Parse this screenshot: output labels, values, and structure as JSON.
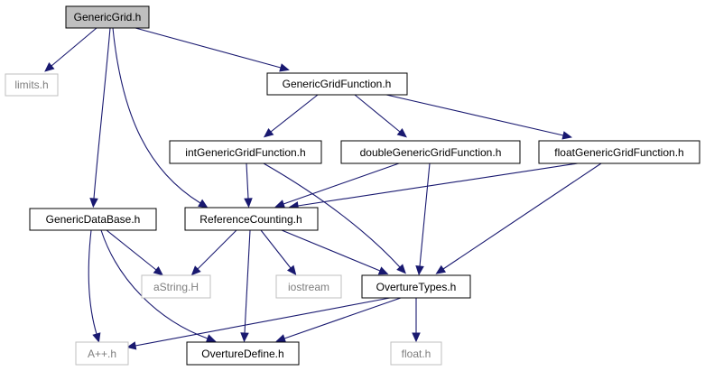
{
  "colors": {
    "edge": "#191970",
    "node_border": "#000000",
    "external_border": "#bfbfbf",
    "external_text": "#7f7f7f",
    "current_fill": "#bfbfbf",
    "fill": "#ffffff",
    "text": "#000000"
  },
  "nodes": [
    {
      "id": "genericgrid",
      "label": "GenericGrid.h",
      "kind": "current"
    },
    {
      "id": "limits",
      "label": "limits.h",
      "kind": "external"
    },
    {
      "id": "genericgridfunction",
      "label": "GenericGridFunction.h",
      "kind": "normal"
    },
    {
      "id": "intgenericgridfunction",
      "label": "intGenericGridFunction.h",
      "kind": "normal"
    },
    {
      "id": "doublegenericgridfunction",
      "label": "doubleGenericGridFunction.h",
      "kind": "normal"
    },
    {
      "id": "floatgenericgridfunction",
      "label": "floatGenericGridFunction.h",
      "kind": "normal"
    },
    {
      "id": "genericdatabase",
      "label": "GenericDataBase.h",
      "kind": "normal"
    },
    {
      "id": "referencecounting",
      "label": "ReferenceCounting.h",
      "kind": "normal"
    },
    {
      "id": "astring",
      "label": "aString.H",
      "kind": "external"
    },
    {
      "id": "iostream",
      "label": "iostream",
      "kind": "external"
    },
    {
      "id": "overturetypes",
      "label": "OvertureTypes.h",
      "kind": "normal"
    },
    {
      "id": "aplusplus",
      "label": "A++.h",
      "kind": "external"
    },
    {
      "id": "overturedefine",
      "label": "OvertureDefine.h",
      "kind": "normal"
    },
    {
      "id": "float",
      "label": "float.h",
      "kind": "external"
    }
  ],
  "edges": [
    {
      "from": "genericgrid",
      "to": "limits"
    },
    {
      "from": "genericgrid",
      "to": "genericgridfunction"
    },
    {
      "from": "genericgrid",
      "to": "genericdatabase"
    },
    {
      "from": "genericgrid",
      "to": "referencecounting"
    },
    {
      "from": "genericgridfunction",
      "to": "intgenericgridfunction"
    },
    {
      "from": "genericgridfunction",
      "to": "doublegenericgridfunction"
    },
    {
      "from": "genericgridfunction",
      "to": "floatgenericgridfunction"
    },
    {
      "from": "intgenericgridfunction",
      "to": "referencecounting"
    },
    {
      "from": "intgenericgridfunction",
      "to": "overturetypes"
    },
    {
      "from": "doublegenericgridfunction",
      "to": "referencecounting"
    },
    {
      "from": "doublegenericgridfunction",
      "to": "overturetypes"
    },
    {
      "from": "floatgenericgridfunction",
      "to": "referencecounting"
    },
    {
      "from": "floatgenericgridfunction",
      "to": "overturetypes"
    },
    {
      "from": "genericdatabase",
      "to": "astring"
    },
    {
      "from": "genericdatabase",
      "to": "aplusplus"
    },
    {
      "from": "genericdatabase",
      "to": "overturedefine"
    },
    {
      "from": "referencecounting",
      "to": "astring"
    },
    {
      "from": "referencecounting",
      "to": "iostream"
    },
    {
      "from": "referencecounting",
      "to": "overturetypes"
    },
    {
      "from": "referencecounting",
      "to": "overturedefine"
    },
    {
      "from": "overturetypes",
      "to": "aplusplus"
    },
    {
      "from": "overturetypes",
      "to": "overturedefine"
    },
    {
      "from": "overturetypes",
      "to": "float"
    }
  ]
}
